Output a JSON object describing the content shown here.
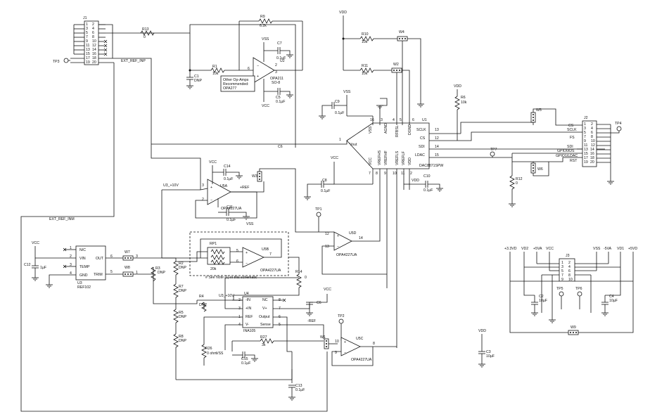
{
  "components": {
    "j1": "J1",
    "j1_pins_l": [
      "1",
      "3",
      "5",
      "7",
      "9",
      "11",
      "13",
      "15",
      "17",
      "19"
    ],
    "j1_pins_r": [
      "2",
      "4",
      "6",
      "8",
      "10",
      "12",
      "14",
      "16",
      "18",
      "20"
    ],
    "tp3": "TP3",
    "ext_ref_inp": "EXT_REF_INP",
    "ext_ref_inm": "EXT_REF_INM",
    "r13": "R13",
    "r13v": "0",
    "r9": "R9",
    "r9v": "6.2k",
    "vss": "VSS",
    "vcc": "VCC",
    "vdd": "VDD",
    "c7": "C7",
    "c7v": "0.1µF",
    "r1": "R1",
    "r1v": "10k",
    "c1": "C1",
    "c1v": "DNP",
    "u2": "U2",
    "u2a": "OPA211",
    "u2b": "SO-8",
    "note1": "Other Op-Amps",
    "note2": "Recommended:",
    "note3": "OPA277",
    "c5": "C5",
    "c5v": "0.1µF",
    "r10": "R10",
    "r10v": "10k",
    "w4": "W4",
    "r11": "R11",
    "r11v": "10k",
    "w2": "W2",
    "r6": "R6",
    "r6v": "10k",
    "c9": "C9",
    "c9v": "0.1µF",
    "u1": "U1",
    "u1p": "DAC8871SPW",
    "u1_pins": {
      "vss": "VSS",
      "agnd": "AGND",
      "rfbsl": "RFBSL",
      "dgnd": "DGND",
      "sclk": "SCLK",
      "cs": "CS",
      "sdi": "SDI",
      "ldac": "LDAC",
      "vout": "Vout",
      "vcc": "VCC",
      "vrefhs": "VREFHS",
      "vrefhf": "VREFHF",
      "vrefls": "VREFLS",
      "vreflf": "VREFLF",
      "vdd": "VDD"
    },
    "u1_nums": [
      "1",
      "2",
      "3",
      "4",
      "5",
      "6",
      "7",
      "8",
      "9",
      "10",
      "11",
      "12",
      "13",
      "14",
      "15",
      "16"
    ],
    "c6": "C6",
    "w5": "W5",
    "j2": "J2",
    "j2_labels": [
      "CS",
      "SCLK",
      "FS",
      "SDI",
      "GPIO0/DS",
      "GPIO1/LDAC",
      "RST"
    ],
    "j2_pins_l": [
      "1",
      "3",
      "5",
      "7",
      "9",
      "11",
      "13",
      "15",
      "17",
      "19"
    ],
    "j2_pins_r": [
      "2",
      "4",
      "6",
      "8",
      "10",
      "12",
      "14",
      "16",
      "18",
      "20"
    ],
    "tp4": "TP4",
    "tp7": "TP7",
    "r12": "R12",
    "r12v": "0",
    "w6": "W6",
    "c10": "C10",
    "c10v": "0.1µF",
    "c14": "C14",
    "c14v": "0.1µF",
    "u3_10v": "U3_+10V",
    "u5a": "U5A",
    "u5a_p": "OPA4227UA",
    "w3": "W3",
    "ref_pos": "+REF",
    "ref_neg": "-REF",
    "c11": "C11",
    "c11v": "0.1µF",
    "c8": "C8",
    "c8v": "0.1µF",
    "tp1": "TP1",
    "u5d": "U5D",
    "u5d_p": "OPA4227UA",
    "u5d_pins": [
      "12",
      "13",
      "14"
    ],
    "u3": "U3",
    "u3p": "REF102",
    "u3_pins": {
      "nc": "N/C",
      "vin": "VIN",
      "temp": "TEMP",
      "gnd": "GND",
      "out": "OUT",
      "trim": "TRIM"
    },
    "u3_nums": [
      "1",
      "2",
      "3",
      "4",
      "5",
      "6"
    ],
    "c12": "C12",
    "c12v": "1µF",
    "w7": "W7",
    "w8": "W8",
    "r3": "R3",
    "r3v": "DNP",
    "r2": "R2",
    "r2v": "DNP",
    "rp1": "RP1",
    "rp1v": "20k",
    "u5b": "U5B",
    "u5b_p": "OPA4227UA",
    "u5b_pins": [
      "5",
      "6",
      "7"
    ],
    "see_note": "# See Note (1) in this schematic",
    "r7": "R7",
    "r7v": "DNP",
    "r5": "R5",
    "r5v": "DNP",
    "r4": "R4",
    "r4v": "DNP",
    "r8": "R8",
    "r8v": "DNP",
    "r14": "R14",
    "r14v": "0",
    "u4": "U4",
    "u4p": "INA105",
    "u4_pins": {
      "in_n": "-IN",
      "in_p": "+IN",
      "ref": "REF",
      "vn": "V-",
      "nc": "NC",
      "vp": "V+",
      "output": "Output",
      "sense": "Sense"
    },
    "u4_nums": [
      "1",
      "2",
      "3",
      "4",
      "5",
      "6",
      "7",
      "8"
    ],
    "r26": "R26",
    "r26v": "0 ohm",
    "r27": "R27",
    "r27v": "3k",
    "c15": "C15",
    "c15v": "0.1µF",
    "c13": "C13",
    "c13v": "0.1µF",
    "w1": "W1",
    "tp2": "TP2",
    "u5c": "U5C",
    "u5c_p": "OPA4227UA",
    "u5c_pins": [
      "8",
      "9",
      "10"
    ],
    "pwr_labels": [
      "+3.3VD",
      "VD2",
      "+5VA",
      "VCC",
      "VSS",
      "-5VA",
      "VD1",
      "+5VD"
    ],
    "j3": "J3",
    "j3_pins_l": [
      "1",
      "3",
      "5",
      "7",
      "9"
    ],
    "j3_pins_r": [
      "2",
      "4",
      "6",
      "8",
      "10"
    ],
    "tp5": "TP5",
    "tp6": "TP6",
    "c2": "C2",
    "c2v": "10µF",
    "c4": "C4",
    "c4v": "10µF",
    "w9": "W9",
    "c3": "C3",
    "c3v": "10µF"
  }
}
